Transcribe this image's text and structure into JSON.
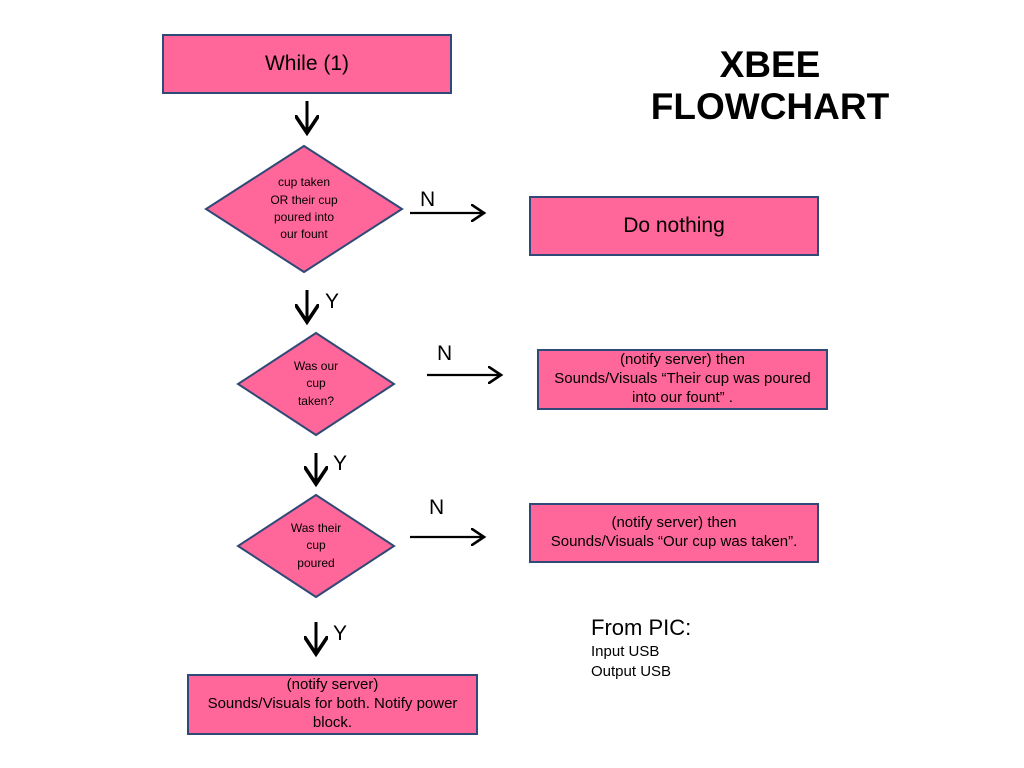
{
  "title": "XBEE FLOWCHART",
  "colors": {
    "fill": "#ff6699",
    "stroke": "#2f4a76",
    "arrow": "#000000"
  },
  "nodes": {
    "start": "While (1)",
    "decision1": "cup taken\nOR  their cup\npoured  into\nour fount",
    "do_nothing": "Do nothing",
    "decision2": "Was our\ncup\ntaken?",
    "action_their_cup": "(notify server) then\nSounds/Visuals “Their cup was poured\ninto our fount” .",
    "decision3": "Was their\ncup\npoured",
    "action_our_cup": "(notify server)  then\nSounds/Visuals “Our cup was taken”.",
    "action_both": "(notify server)\nSounds/Visuals for both. Notify power\nblock."
  },
  "edge_labels": {
    "no": "N",
    "yes": "Y"
  },
  "notes": {
    "heading": "From PIC:",
    "lines": [
      "Input USB",
      "Output USB"
    ]
  }
}
